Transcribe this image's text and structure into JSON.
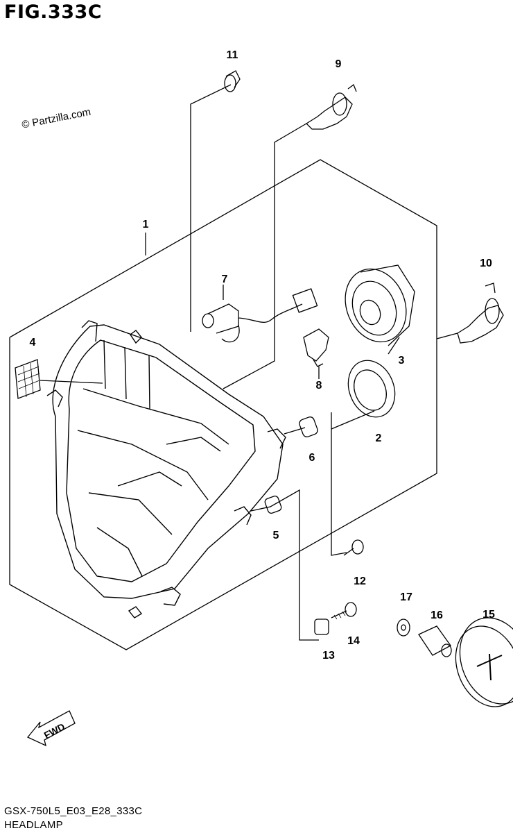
{
  "figure": {
    "title": "FIG.333C",
    "copyright": "© Partzilla.com",
    "drawing_code": "GSX-750L5_E03_E28_333C",
    "caption": "HEADLAMP",
    "direction_label": "FWD"
  },
  "callouts": [
    {
      "id": "1",
      "label": "1"
    },
    {
      "id": "2",
      "label": "2"
    },
    {
      "id": "3",
      "label": "3"
    },
    {
      "id": "4",
      "label": "4"
    },
    {
      "id": "5",
      "label": "5"
    },
    {
      "id": "6",
      "label": "6"
    },
    {
      "id": "7",
      "label": "7"
    },
    {
      "id": "8",
      "label": "8"
    },
    {
      "id": "9",
      "label": "9"
    },
    {
      "id": "10",
      "label": "10"
    },
    {
      "id": "11",
      "label": "11"
    },
    {
      "id": "12",
      "label": "12"
    },
    {
      "id": "13",
      "label": "13"
    },
    {
      "id": "14",
      "label": "14"
    },
    {
      "id": "15",
      "label": "15"
    },
    {
      "id": "16",
      "label": "16"
    },
    {
      "id": "17",
      "label": "17"
    }
  ]
}
